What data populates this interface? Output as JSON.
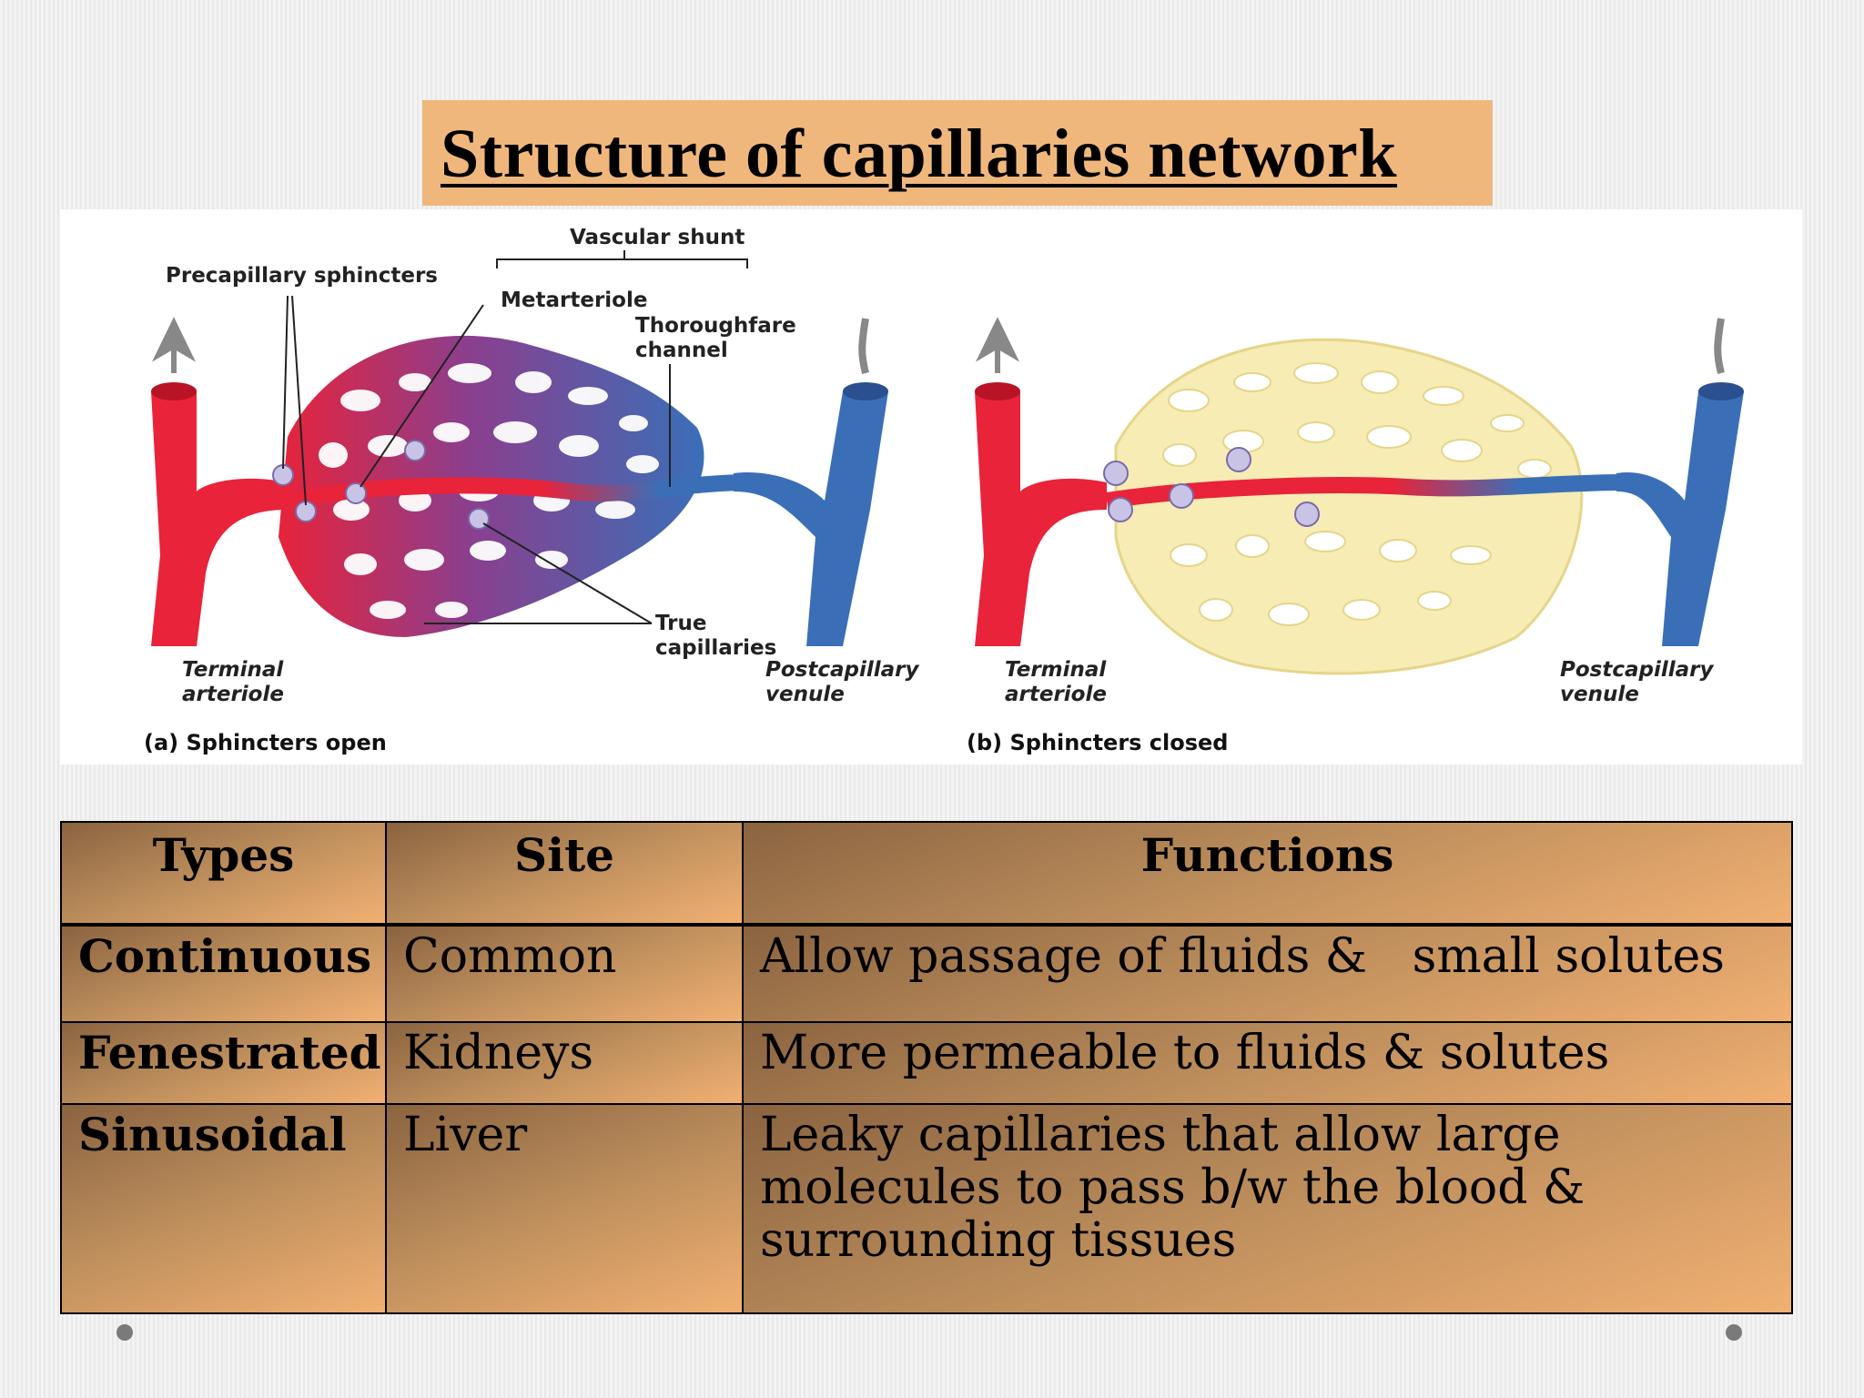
{
  "title": "Structure of capillaries network",
  "figure": {
    "panel_a": {
      "vascular_shunt": "Vascular shunt",
      "precapillary_sphincters": "Precapillary sphincters",
      "metarteriole": "Metarteriole",
      "thoroughfare_line1": "Thoroughfare",
      "thoroughfare_line2": "channel",
      "true_cap_line1": "True",
      "true_cap_line2": "capillaries",
      "terminal_line1": "Terminal",
      "terminal_line2": "arteriole",
      "venule_line1": "Postcapillary",
      "venule_line2": "venule",
      "caption": "(a) Sphincters open"
    },
    "panel_b": {
      "terminal_line1": "Terminal",
      "terminal_line2": "arteriole",
      "venule_line1": "Postcapillary",
      "venule_line2": "venule",
      "caption": "(b) Sphincters closed"
    },
    "colors": {
      "artery": "#e8233a",
      "vein": "#3a6fb8",
      "closed_bed": "#f6ecb4"
    }
  },
  "table": {
    "headers": [
      "Types",
      "Site",
      "Functions"
    ],
    "rows": [
      {
        "type": "Continuous",
        "site": "Common",
        "function": "Allow passage of fluids &   small solutes"
      },
      {
        "type": "Fenestrated",
        "site": "Kidneys",
        "function": "More permeable to fluids & solutes"
      },
      {
        "type": "Sinusoidal",
        "site": "Liver",
        "function": "Leaky capillaries that allow large molecules to pass b/w the blood & surrounding tissues"
      }
    ]
  }
}
